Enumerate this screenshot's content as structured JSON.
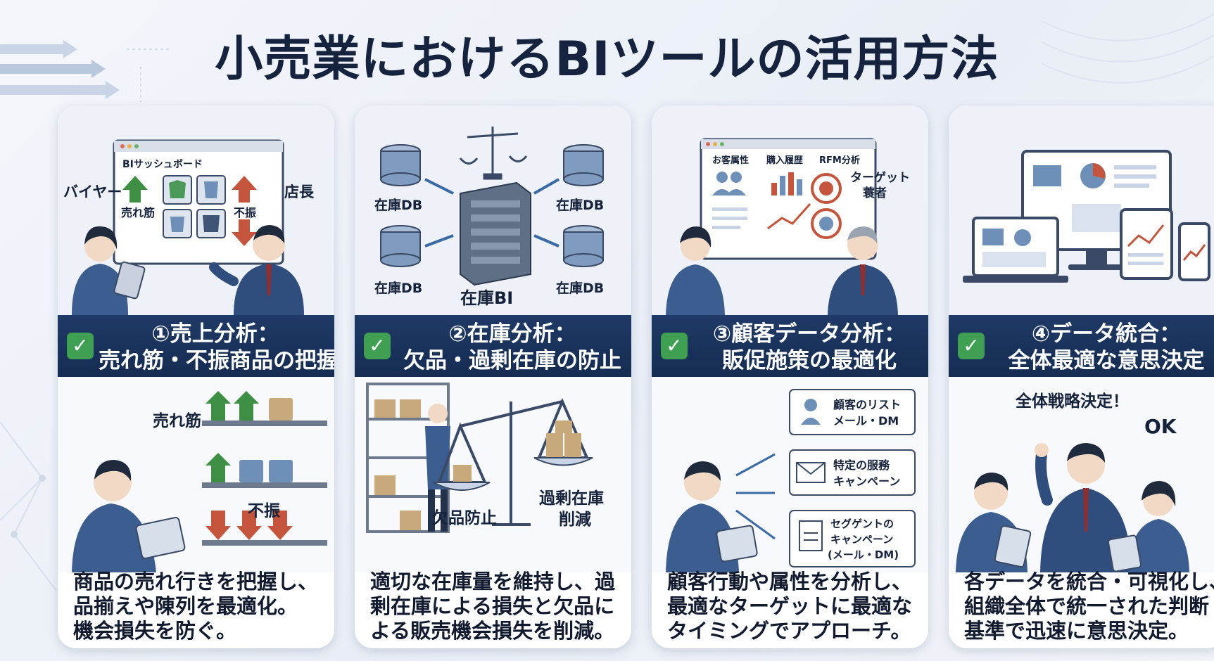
{
  "title": "小売業におけるBIツールの活用方法",
  "colors": {
    "accent_navy": "#1e3a66",
    "check_green": "#3f9f52",
    "up_green": "#3e8f43",
    "down_red": "#c4553c"
  },
  "cards": [
    {
      "illustration": {
        "dashboard_label": "BIサッシュボード",
        "buyer": "バイヤー",
        "manager": "店長",
        "hot": "売れ筋",
        "poor": "不振"
      },
      "heading": [
        "①売上分析：",
        "売れ筋・不振商品の把握"
      ],
      "scene": {
        "hot": "売れ筋",
        "poor": "不振"
      },
      "description": [
        "商品の売れ行きを把握し、",
        "品揃えや陳列を最適化。",
        "機会損失を防ぐ。"
      ]
    },
    {
      "illustration": {
        "db": "在庫DB",
        "center": "在庫BI"
      },
      "heading": [
        "②在庫分析：",
        "欠品・過剰在庫の防止"
      ],
      "scene": {
        "shortage": "欠品防止",
        "excess_1": "過剰在庫",
        "excess_2": "削減"
      },
      "description": [
        "適切な在庫量を維持し、過",
        "剰在庫による損失と欠品に",
        "よる販売機会損失を削減。"
      ]
    },
    {
      "illustration": {
        "tab1": "お客属性",
        "tab2": "購入履歴",
        "tab3": "RFM分析",
        "target_1": "ターゲット",
        "target_2": "蓑者"
      },
      "heading": [
        "③顧客データ分析：",
        "販促施策の最適化"
      ],
      "scene": {
        "box1": [
          "顧客のリスト",
          "メール・DM"
        ],
        "box2": [
          "特定の服務",
          "キャンペーン"
        ],
        "box3": [
          "セグゲントの",
          "キャンペーン",
          "(メール・DM)"
        ]
      },
      "description": [
        "顧客行動や属性を分析し、",
        "最適なターゲットに最適な",
        "タイミングでアプローチ。"
      ]
    },
    {
      "illustration": {},
      "heading": [
        "④データ統合：",
        "全体最適な意思決定"
      ],
      "scene": {
        "decision": "全体戦略決定！",
        "ok": "OK"
      },
      "description": [
        "各データを統合・可視化し、",
        "組織全体で統一された判断",
        "基準で迅速に意思決定。"
      ]
    }
  ]
}
